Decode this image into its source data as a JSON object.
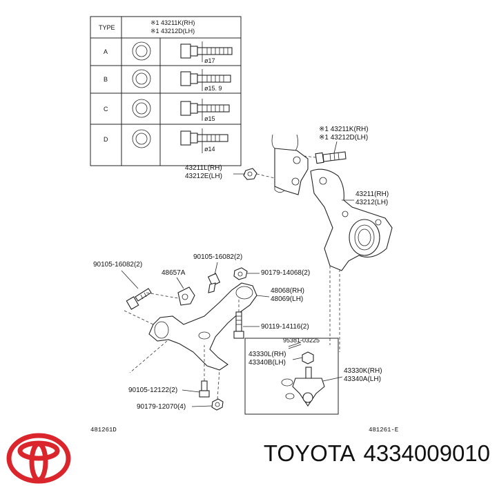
{
  "footer": {
    "brand": "TOYOTA",
    "part_number": "4334009010",
    "logo_icon": "toyota-logo-icon",
    "logo_color": "#d9252b"
  },
  "table": {
    "type_header": "TYPE",
    "note_rh": "※1  43211K(RH)",
    "note_lh": "※1  43212D(LH)",
    "rows": [
      {
        "type": "A",
        "dim": "ø17"
      },
      {
        "type": "B",
        "dim": "ø15. 9"
      },
      {
        "type": "C",
        "dim": "ø15"
      },
      {
        "type": "D",
        "dim": "ø14"
      }
    ]
  },
  "labels": {
    "bolt_rh": "※1  43211K(RH)",
    "bolt_lh": "※1  43212D(LH)",
    "nut_rh": "43211L(RH)",
    "nut_lh": "43212E(LH)",
    "knuckle_rh": "43211(RH)",
    "knuckle_lh": "43212(LH)",
    "bolt_left": "90105-16082(2)",
    "bolt_mid": "90105-16082(2)",
    "bracket": "48657A",
    "nut_top": "90179-14068(2)",
    "arm_rh": "48068(RH)",
    "arm_lh": "48069(LH)",
    "bolt_arm": "90119-14116(2)",
    "cotter_pin": "95381-03225",
    "castle_rh": "43330L(RH)",
    "castle_lh": "43340B(LH)",
    "balljoint_rh": "43330K(RH)",
    "balljoint_lh": "43340A(LH)",
    "bolt_bottom": "90105-12122(2)",
    "nut_bottom": "90179-12070(4)",
    "ref_left": "481261D",
    "ref_right": "481261-E"
  }
}
